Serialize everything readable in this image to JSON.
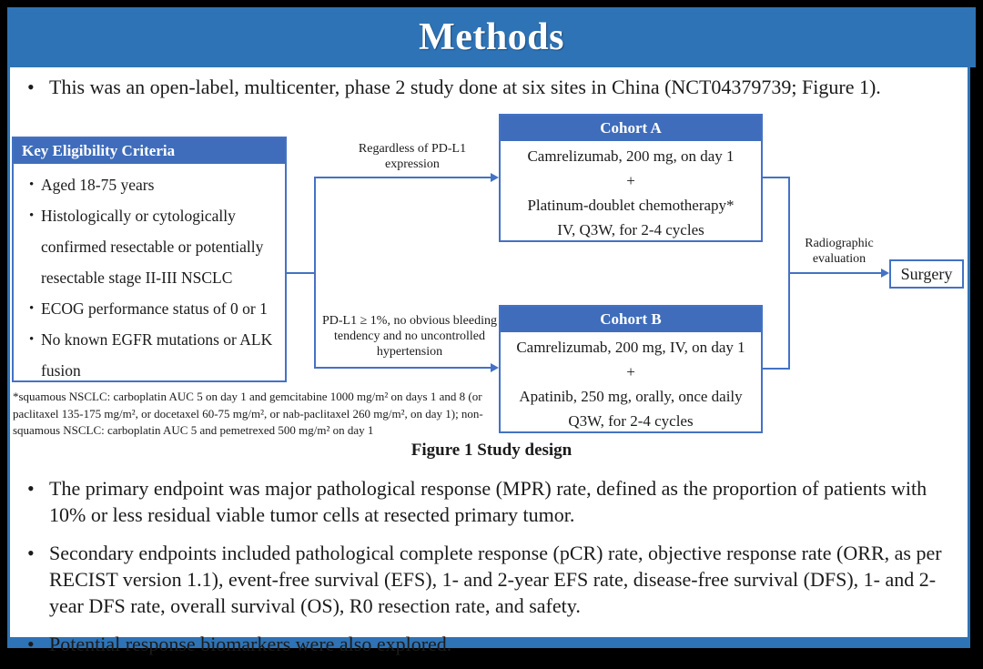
{
  "slide_title": "Methods",
  "colors": {
    "title_bar": "#2e73b5",
    "box_header": "#3f6dbb",
    "line_blue": "#4472c4",
    "frame_border": "#2e73b5",
    "background": "#ffffff",
    "outer_border": "#000000",
    "text": "#1b1b1b"
  },
  "top_bullet": "This was an open-label, multicenter, phase 2 study done at six sites in China (NCT04379739; Figure 1).",
  "figure": {
    "eligibility_header": "Key Eligibility Criteria",
    "eligibility_items": [
      "Aged 18-75 years",
      "Histologically or cytologically confirmed resectable or potentially resectable stage II-III NSCLC",
      "ECOG performance status of 0 or 1",
      "No known EGFR mutations or ALK fusion"
    ],
    "branch_a_condition": "Regardless of PD-L1 expression",
    "branch_b_condition": "PD-L1 ≥ 1%, no obvious bleeding tendency and no uncontrolled hypertension",
    "cohort_a_header": "Cohort A",
    "cohort_a_lines": [
      "Camrelizumab, 200 mg, on day 1",
      "+",
      "Platinum-doublet chemotherapy*",
      "IV, Q3W, for 2-4 cycles"
    ],
    "cohort_b_header": "Cohort B",
    "cohort_b_lines": [
      "Camrelizumab, 200 mg, IV, on day 1",
      "+",
      "Apatinib, 250 mg, orally, once daily",
      "Q3W, for 2-4 cycles"
    ],
    "evaluation_label": "Radiographic evaluation",
    "surgery_label": "Surgery",
    "footnote": "*squamous NSCLC: carboplatin AUC 5 on day 1 and gemcitabine 1000 mg/m² on days 1 and 8 (or paclitaxel 135-175 mg/m², or docetaxel 60-75 mg/m², or nab-paclitaxel 260 mg/m², on day 1); non-squamous NSCLC: carboplatin AUC 5 and pemetrexed 500 mg/m² on day 1",
    "caption": "Figure 1 Study design"
  },
  "bullets": [
    "The primary endpoint was major pathological response (MPR) rate, defined as the proportion of patients with 10% or less residual viable tumor cells at resected primary tumor.",
    "Secondary endpoints included pathological complete response (pCR) rate, objective response rate (ORR, as per RECIST version 1.1), event-free survival (EFS), 1- and 2-year EFS rate, disease-free survival (DFS), 1- and 2-year DFS rate, overall survival (OS), R0 resection rate, and safety.",
    "Potential response biomarkers were also explored."
  ]
}
